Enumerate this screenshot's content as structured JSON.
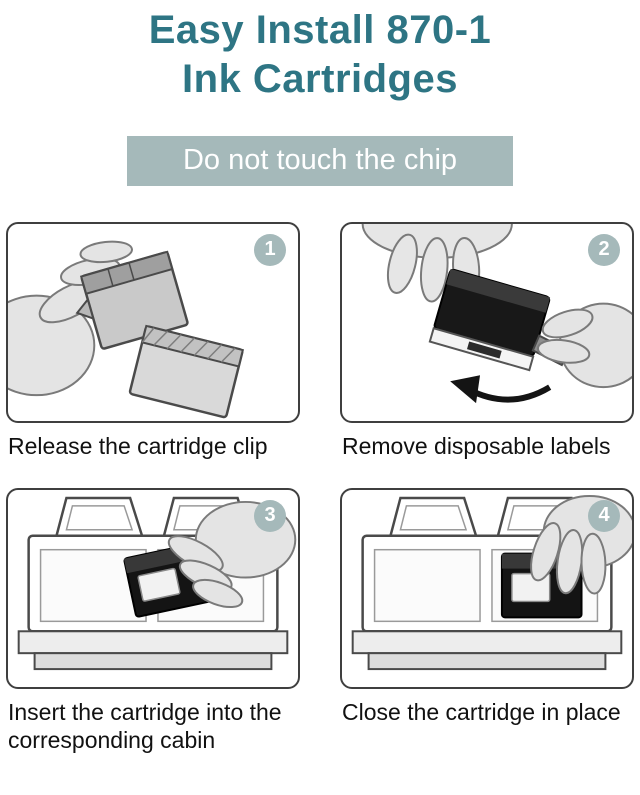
{
  "title": {
    "line1": "Easy Install 870-1",
    "line2": "Ink Cartridges"
  },
  "banner": {
    "text": "Do not touch the chip"
  },
  "colors": {
    "accent": "#2e7584",
    "banner_bg": "#a5b9ba",
    "badge_bg": "#a5b9ba"
  },
  "steps": [
    {
      "number": "1",
      "caption": "Release the cartridge clip"
    },
    {
      "number": "2",
      "caption": "Remove disposable labels"
    },
    {
      "number": "3",
      "caption": "Insert the cartridge into the corresponding cabin"
    },
    {
      "number": "4",
      "caption": "Close the cartridge in place"
    }
  ]
}
